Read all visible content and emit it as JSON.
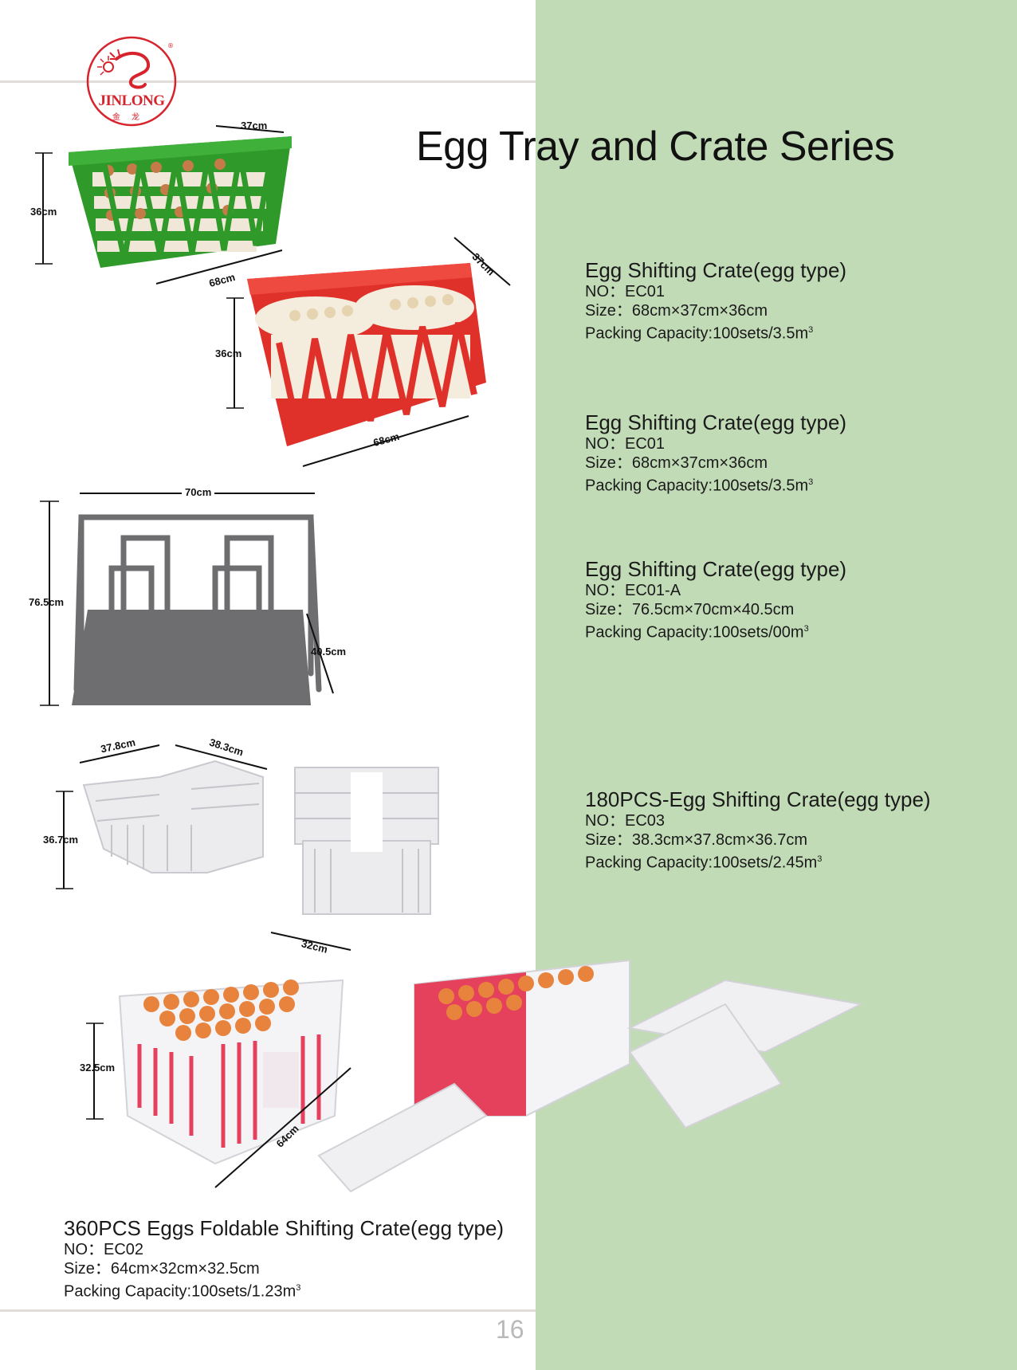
{
  "brand": {
    "name": "JINLONG",
    "name_cn": "金龙",
    "color": "#d7232c"
  },
  "title": "Egg Tray and Crate Series",
  "page_number": "16",
  "colors": {
    "panel": "#c2dbb7",
    "green_crate": "#2f9a2a",
    "red_crate": "#e0302a",
    "gray_frame": "#6e6e70",
    "egg": "#e8833e"
  },
  "products": [
    {
      "name": "Egg Shifting Crate(egg type)",
      "no": "NO：EC01",
      "size": "Size：68cm×37cm×36cm",
      "capacity": "Packing Capacity:100sets/3.5m",
      "dims": {
        "width": "37cm",
        "height": "36cm",
        "length": "68cm"
      }
    },
    {
      "name": "Egg Shifting Crate(egg type)",
      "no": "NO：EC01",
      "size": "Size：68cm×37cm×36cm",
      "capacity": "Packing Capacity:100sets/3.5m",
      "dims": {
        "width": "37cm",
        "height": "36cm",
        "length": "68cm"
      }
    },
    {
      "name": "Egg Shifting Crate(egg type)",
      "no": "NO：EC01-A",
      "size": "Size：76.5cm×70cm×40.5cm",
      "capacity": "Packing Capacity:100sets/00m",
      "dims": {
        "width": "70cm",
        "height": "76.5cm",
        "depth": "40.5cm"
      }
    },
    {
      "name": "180PCS-Egg Shifting Crate(egg type)",
      "no": "NO：EC03",
      "size": "Size：38.3cm×37.8cm×36.7cm",
      "capacity": "Packing Capacity:100sets/2.45m",
      "dims": {
        "width": "37.8cm",
        "depth": "38.3cm",
        "height": "36.7cm"
      }
    },
    {
      "name": "360PCS Eggs Foldable Shifting Crate(egg type)",
      "no": "NO：EC02",
      "size": "Size：64cm×32cm×32.5cm",
      "capacity": "Packing Capacity:100sets/1.23m",
      "dims": {
        "width": "32cm",
        "height": "32.5cm",
        "length": "64cm"
      }
    }
  ],
  "unit_exponent": "3"
}
